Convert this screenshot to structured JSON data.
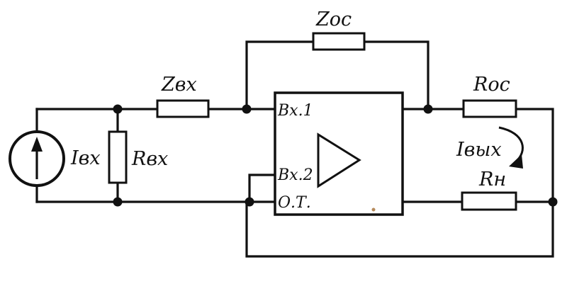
{
  "diagram": {
    "labels": {
      "z_feedback": "Zос",
      "z_input": "Zвх",
      "r_feedback": "Rос",
      "i_input": "Iвх",
      "r_input": "Rвх",
      "i_output": "Iвых",
      "r_load": "Rн",
      "amp_input_1": "Вх.1",
      "amp_input_2": "Вх.2",
      "amp_common": "О.Т."
    },
    "colors": {
      "ink": "#111111",
      "paper": "#ffffff"
    }
  }
}
